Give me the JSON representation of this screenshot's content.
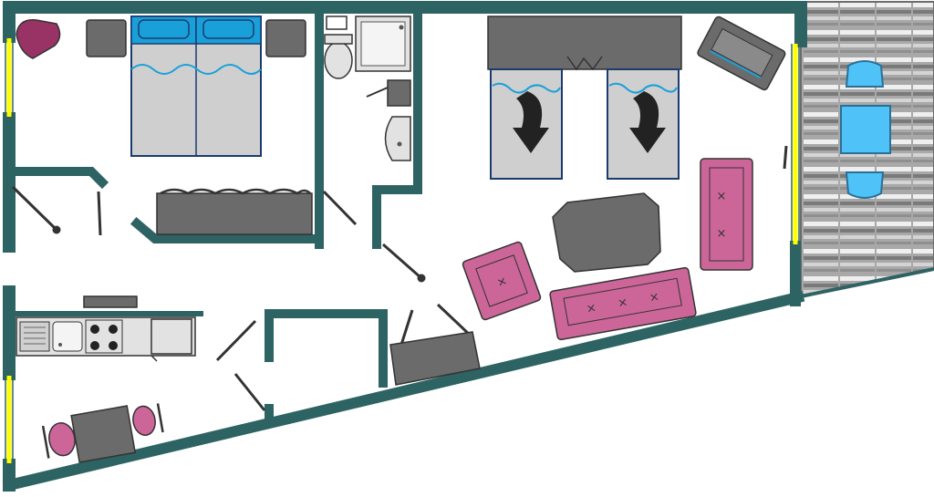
{
  "floor_plan": {
    "colors": {
      "wall": "#2e6363",
      "floor": "#ffffff",
      "window": "#ffff00",
      "dark_furniture": "#6b6b6b",
      "light_furniture": "#cfcfcf",
      "upholstery": "#cc6699",
      "accent": "#1aa0d8",
      "fixture": "#e2e2e2"
    },
    "rooms": [
      {
        "name": "master-bedroom",
        "items": [
          "double-bed",
          "pillow",
          "pillow",
          "bedside-table",
          "bedside-table",
          "armchair",
          "wardrobe"
        ]
      },
      {
        "name": "bathroom",
        "items": [
          "toilet",
          "shower-tray",
          "washbasin",
          "towel-rail"
        ]
      },
      {
        "name": "twin-bedroom-living",
        "items": [
          "single-bed-foldable",
          "single-bed-foldable",
          "sofa",
          "sofa-bed",
          "armchair",
          "coffee-table",
          "tv-unit",
          "sofa-corner"
        ]
      },
      {
        "name": "kitchen-dining",
        "items": [
          "kitchen-counter",
          "sink",
          "hob",
          "fridge",
          "dining-table",
          "chair",
          "chair"
        ]
      },
      {
        "name": "terrace",
        "items": [
          "table",
          "chair",
          "chair"
        ]
      }
    ],
    "icons": [
      "fold-down-arrow-icon",
      "fold-down-arrow-icon"
    ]
  }
}
